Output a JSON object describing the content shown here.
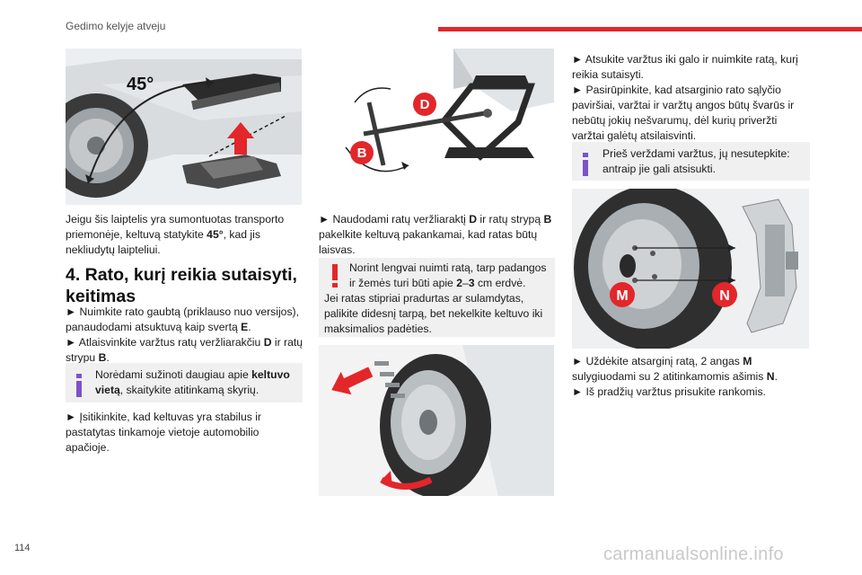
{
  "header": {
    "title": "Gedimo kelyje atveju"
  },
  "col1": {
    "fig1_angle_label": "45°",
    "p1": {
      "a": "Jeigu šis laiptelis yra sumontuotas transporto priemonėje, keltuvą statykite ",
      "b": "45°",
      "c": ", kad jis nekliudytų laipteliui."
    },
    "heading": "4. Rato, kurį reikia sutaisyti, keitimas",
    "p2a": {
      "a": "► Nuimkite rato gaubtą (priklauso nuo versijos), panaudodami atsuktuvą kaip svertą ",
      "b": "E",
      "c": "."
    },
    "p2b": {
      "a": "► Atlaisvinkite varžtus ratų veržliarakčiu ",
      "b": "D",
      "c": " ir ratų strypu ",
      "d": "B",
      "e": "."
    },
    "info_note": {
      "a": "Norėdami sužinoti daugiau apie ",
      "b": "keltuvo vietą",
      "c": ", skaitykite atitinkamą skyrių."
    },
    "p3": "► Įsitikinkite, kad keltuvas yra stabilus ir pastatytas tinkamoje vietoje automobilio apačioje."
  },
  "col2": {
    "fig2_label_d": "D",
    "fig2_label_b": "B",
    "p1": {
      "a": "► Naudodami ratų veržliaraktį ",
      "b": "D",
      "c": " ir ratų strypą ",
      "d": "B",
      "e": " pakelkite keltuvą pakankamai, kad ratas būtų laisvas."
    },
    "warning_note": {
      "a": "Norint lengvai nuimti ratą, tarp padangos ir žemės turi būti apie ",
      "b": "2",
      "c": "–",
      "d": "3",
      "e": " cm erdvė.",
      "f": "Jei ratas stipriai pradurtas ar sulamdytas, palikite didesnį tarpą, bet nekelkite keltuvo iki maksimalios padėties."
    }
  },
  "col3": {
    "p1a": "► Atsukite varžtus iki galo ir nuimkite ratą, kurį reikia sutaisyti.",
    "p1b": "► Pasirūpinkite, kad atsarginio rato sąlyčio paviršiai, varžtai ir varžtų angos būtų švarūs ir nebūtų jokių nešvarumų, dėl kurių priveržti varžtai galėtų atsilaisvinti.",
    "info_note": "Prieš verždami varžtus, jų nesutepkite: antraip jie gali atsisukti.",
    "fig4_label_m": "M",
    "fig4_label_n": "N",
    "p2a": {
      "a": "► Uždėkite atsarginį ratą, 2 angas ",
      "b": "M",
      "c": " sulygiuodami su 2 atitinkamomis ašimis ",
      "d": "N",
      "e": "."
    },
    "p2b": "► Iš pradžių varžtus prisukite rankomis."
  },
  "footer": {
    "page_number": "114",
    "watermark": "carmanualsonline.info"
  },
  "colors": {
    "accent_red": "#e3262a",
    "info_violet": "#7b52c9",
    "warning_red": "#e3262a",
    "note_bg": "#f0f0f0"
  }
}
